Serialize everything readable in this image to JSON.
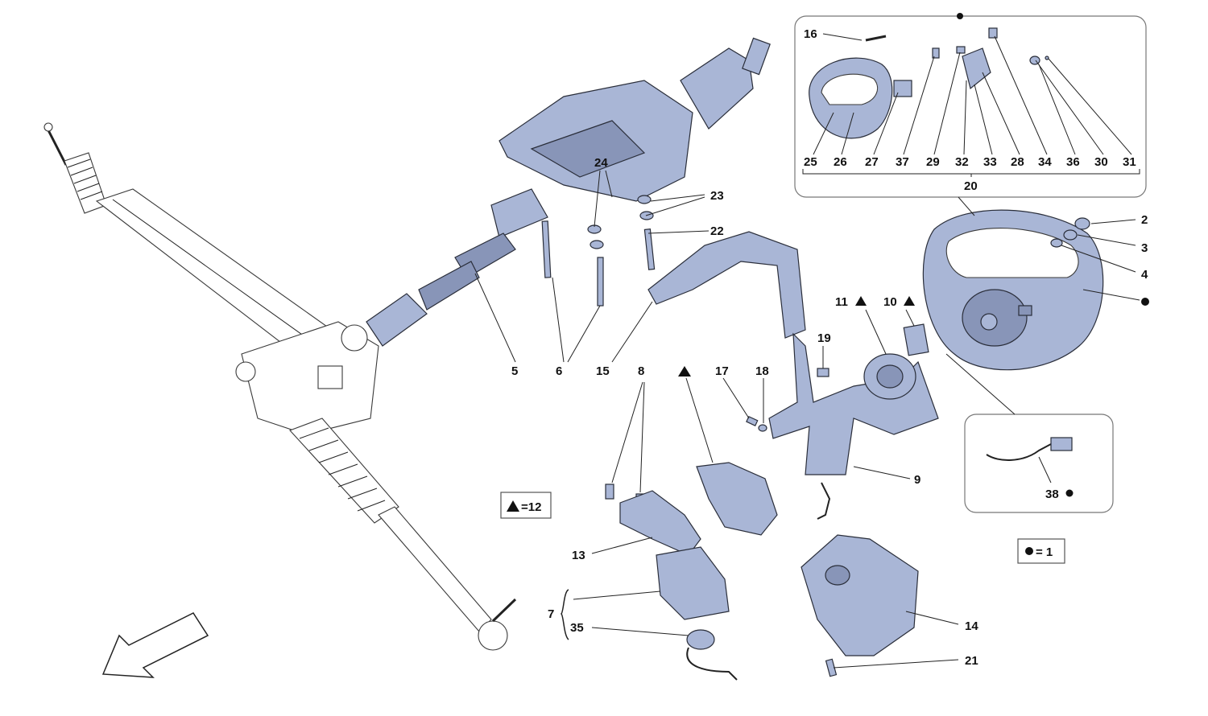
{
  "labels": {
    "l2": "2",
    "l3": "3",
    "l4": "4",
    "l5": "5",
    "l6": "6",
    "l7": "7",
    "l8": "8",
    "l9": "9",
    "l10": "10",
    "l11": "11",
    "l13": "13",
    "l14": "14",
    "l15": "15",
    "l16": "16",
    "l17": "17",
    "l18": "18",
    "l19": "19",
    "l20": "20",
    "l21": "21",
    "l22": "22",
    "l23": "23",
    "l24": "24",
    "l25": "25",
    "l26": "26",
    "l27": "27",
    "l28": "28",
    "l29": "29",
    "l30": "30",
    "l31": "31",
    "l32": "32",
    "l33": "33",
    "l34": "34",
    "l35": "35",
    "l36": "36",
    "l37": "37",
    "l38": "38"
  },
  "legend": {
    "triangle": "=12",
    "dot": "= 1"
  }
}
